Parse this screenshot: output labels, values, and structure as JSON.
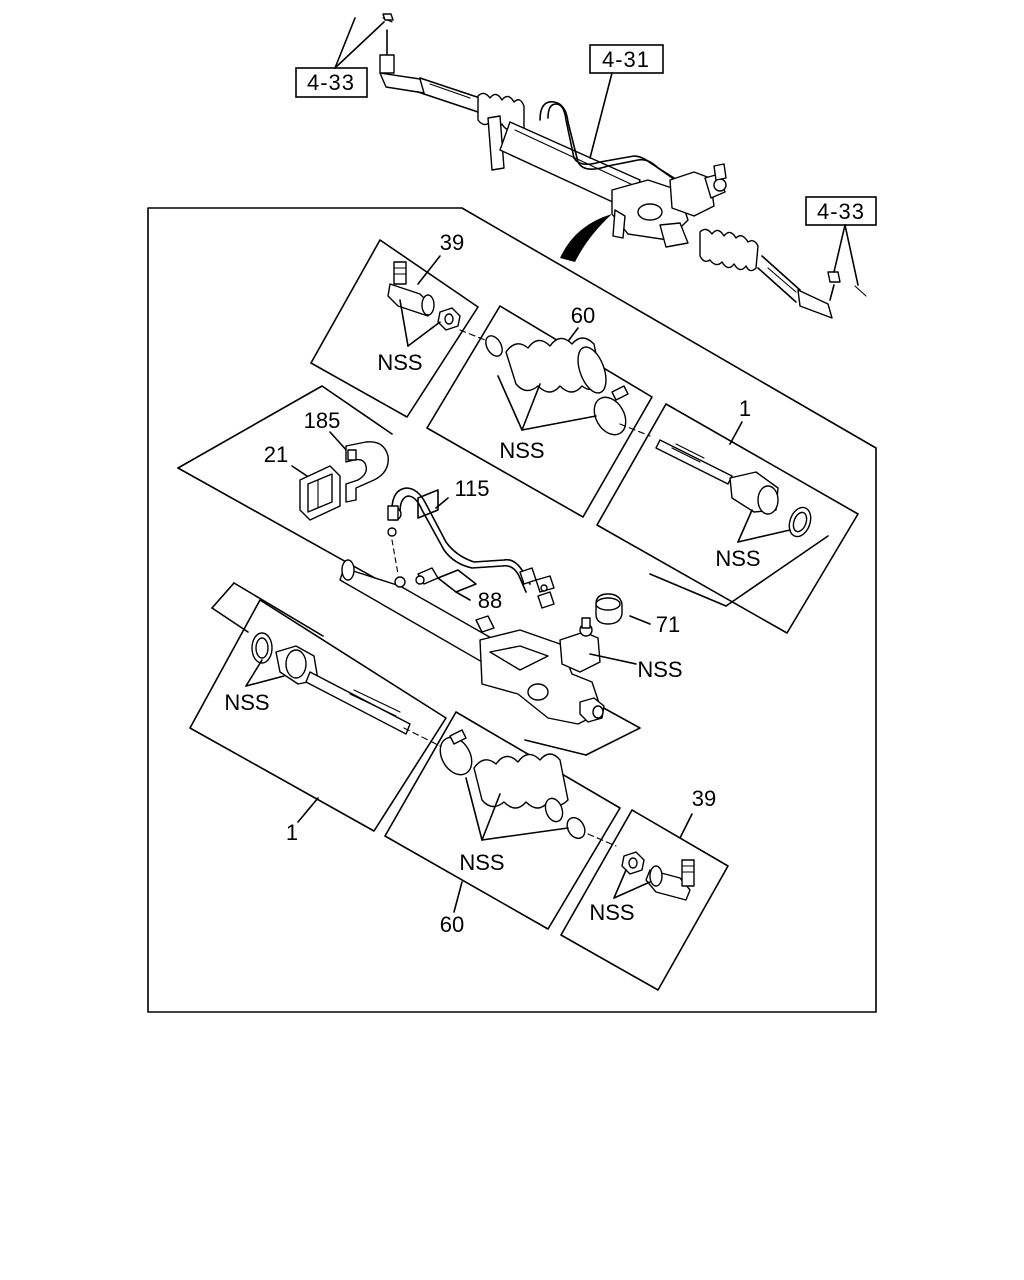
{
  "ref_boxes": [
    {
      "id": "ref-4-31",
      "label": "4-31"
    },
    {
      "id": "ref-4-33-left",
      "label": "4-33"
    },
    {
      "id": "ref-4-33-right",
      "label": "4-33"
    }
  ],
  "part_labels": {
    "p39_top": "39",
    "p60_top": "60",
    "p1_right": "1",
    "p185": "185",
    "p21": "21",
    "p115": "115",
    "p88": "88",
    "p71": "71",
    "p1_left": "1",
    "p60_bottom": "60",
    "p39_bottom": "39"
  },
  "nss_labels": {
    "nss_1": "NSS",
    "nss_2": "NSS",
    "nss_3": "NSS",
    "nss_4": "NSS",
    "nss_5": "NSS",
    "nss_6": "NSS",
    "nss_7": "NSS"
  }
}
